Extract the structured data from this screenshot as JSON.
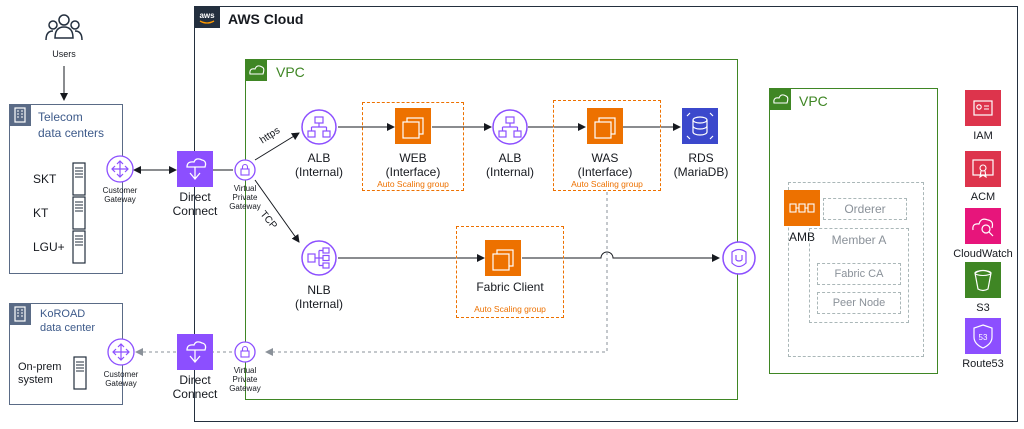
{
  "aws_cloud": {
    "title": "AWS Cloud"
  },
  "users": {
    "label": "Users"
  },
  "telecom": {
    "title_line1": "Telecom",
    "title_line2": "data centers",
    "isps": [
      "SKT",
      "KT",
      "LGU+"
    ],
    "customer_gateway": "Customer\nGateway"
  },
  "koroad": {
    "title_line1": "KoROAD",
    "title_line2": "data center",
    "system": "On-prem\nsystem",
    "customer_gateway": "Customer\nGateway"
  },
  "direct_connect": {
    "label": "Direct\nConnect"
  },
  "vpg": {
    "label": "Virtual\nPrivate\nGateway"
  },
  "vpc_main": {
    "title": "VPC"
  },
  "vpc_right": {
    "title": "VPC"
  },
  "edges": {
    "https": "https",
    "tcp": "TCP"
  },
  "alb1": {
    "label": "ALB\n(Internal)"
  },
  "web": {
    "label": "WEB\n(Interface)",
    "asg": "Auto Scaling group"
  },
  "alb2": {
    "label": "ALB\n(Internal)"
  },
  "was": {
    "label": "WAS\n(Interface)",
    "asg": "Auto Scaling group"
  },
  "rds": {
    "label": "RDS\n(MariaDB)"
  },
  "nlb": {
    "label": "NLB\n(Internal)"
  },
  "fabric_client": {
    "label": "Fabric Client",
    "asg": "Auto Scaling group"
  },
  "amb": {
    "label": "AMB",
    "orderer": "Orderer",
    "member": "Member A",
    "fabric_ca": "Fabric CA",
    "peer_node": "Peer Node"
  },
  "services": [
    {
      "name": "IAM",
      "color": "#dd344c"
    },
    {
      "name": "ACM",
      "color": "#dd344c"
    },
    {
      "name": "CloudWatch",
      "color": "#e7157b"
    },
    {
      "name": "S3",
      "color": "#3f8624"
    },
    {
      "name": "Route53",
      "color": "#8c4fff"
    }
  ],
  "colors": {
    "purple": "#8c4fff",
    "orange": "#ed7100",
    "green": "#3f8624",
    "blue_rds": "#3b48cc",
    "teal_frame": "#5a6b86",
    "gray_dash": "#aab7b8"
  }
}
